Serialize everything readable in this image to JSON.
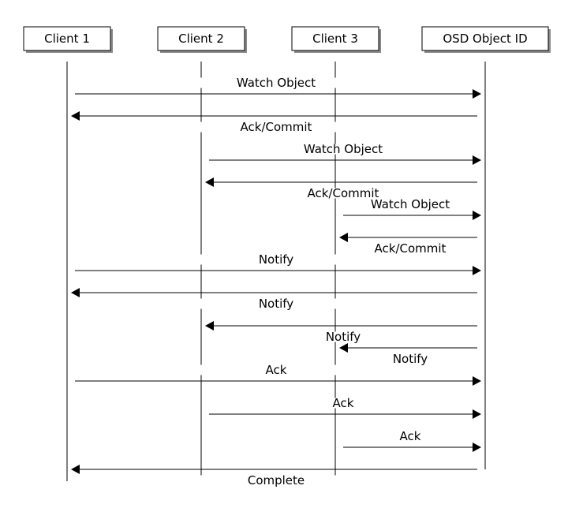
{
  "actors": [
    {
      "id": "c1",
      "label": "Client 1"
    },
    {
      "id": "c2",
      "label": "Client 2"
    },
    {
      "id": "c3",
      "label": "Client 3"
    },
    {
      "id": "osd",
      "label": "OSD Object ID"
    }
  ],
  "messages": [
    {
      "from": "c1",
      "to": "osd",
      "label": "Watch Object"
    },
    {
      "from": "osd",
      "to": "c1",
      "label": "Ack/Commit"
    },
    {
      "from": "c2",
      "to": "osd",
      "label": "Watch Object"
    },
    {
      "from": "osd",
      "to": "c2",
      "label": "Ack/Commit"
    },
    {
      "from": "c3",
      "to": "osd",
      "label": "Watch Object"
    },
    {
      "from": "osd",
      "to": "c3",
      "label": "Ack/Commit"
    },
    {
      "from": "c1",
      "to": "osd",
      "label": "Notify"
    },
    {
      "from": "osd",
      "to": "c1",
      "label": "Notify"
    },
    {
      "from": "osd",
      "to": "c2",
      "label": "Notify"
    },
    {
      "from": "osd",
      "to": "c3",
      "label": "Notify"
    },
    {
      "from": "c1",
      "to": "osd",
      "label": "Ack"
    },
    {
      "from": "c2",
      "to": "osd",
      "label": "Ack"
    },
    {
      "from": "c3",
      "to": "osd",
      "label": "Ack"
    },
    {
      "from": "osd",
      "to": "c1",
      "label": "Complete"
    }
  ]
}
